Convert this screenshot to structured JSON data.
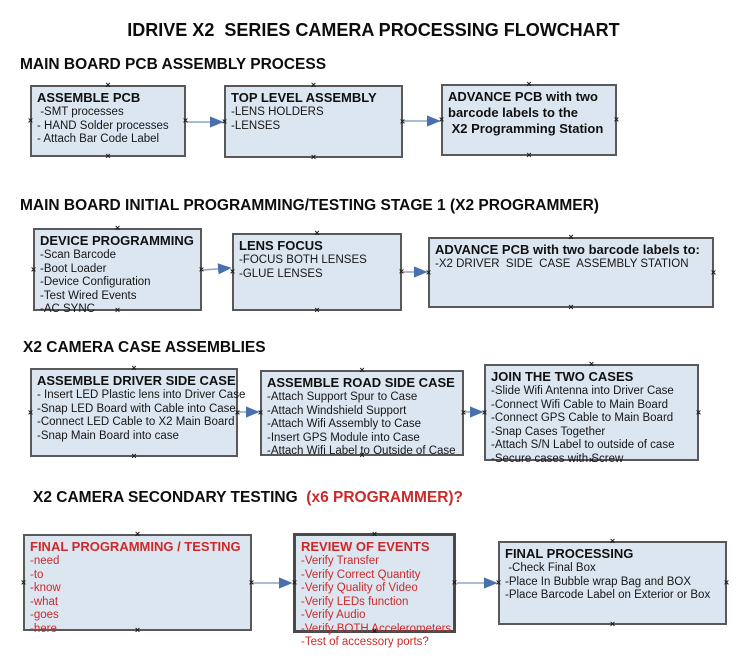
{
  "title": "IDRIVE X2  SERIES CAMERA PROCESSING FLOWCHART",
  "colors": {
    "box_fill": "#dce6f1",
    "box_border": "#595959",
    "red_text": "#cc2a2a",
    "arrow_line": "#8ba5c6",
    "arrow_head": "#4a6fae",
    "handle": "#1a1a1a"
  },
  "sections": [
    {
      "header": "MAIN BOARD PCB ASSEMBLY PROCESS",
      "boxes": [
        {
          "heading": "ASSEMBLE PCB",
          "items": [
            " -SMT processes",
            "- HAND Solder processes",
            "- Attach Bar Code Label"
          ]
        },
        {
          "heading": "TOP LEVEL ASSEMBLY",
          "items": [
            "-LENS HOLDERS",
            "-LENSES"
          ]
        },
        {
          "heading": "ADVANCE PCB with two",
          "heading_lines": [
            "barcode labels to the",
            " X2 Programming Station"
          ],
          "items": []
        }
      ]
    },
    {
      "header": "MAIN BOARD INITIAL PROGRAMMING/TESTING STAGE 1 (X2 PROGRAMMER)",
      "boxes": [
        {
          "heading": "DEVICE PROGRAMMING",
          "items": [
            "-Scan Barcode",
            "-Boot Loader",
            "-Device Configuration",
            "-Test Wired Events",
            "-AC SYNC"
          ]
        },
        {
          "heading": "LENS FOCUS",
          "items": [
            "-FOCUS BOTH LENSES",
            "-GLUE LENSES"
          ]
        },
        {
          "heading": "ADVANCE PCB with two barcode labels to:",
          "items": [
            "-X2 DRIVER  SIDE  CASE  ASSEMBLY STATION"
          ]
        }
      ]
    },
    {
      "header": "X2 CAMERA CASE ASSEMBLIES",
      "boxes": [
        {
          "heading": "ASSEMBLE DRIVER SIDE CASE",
          "items": [
            "- Insert LED Plastic lens into Driver Case",
            "-Snap LED Board with Cable into Case",
            "-Connect LED Cable to X2 Main Board",
            "-Snap Main Board into case"
          ]
        },
        {
          "heading": "ASSEMBLE ROAD SIDE CASE",
          "items": [
            "-Attach Support Spur to Case",
            "-Attach Windshield Support",
            "-Attach Wifi Assembly to Case",
            "-Insert GPS Module into Case",
            "-Attach Wifi Label to Outside of Case"
          ]
        },
        {
          "heading": "JOIN THE TWO CASES",
          "items": [
            "-Slide Wifi Antenna into Driver Case",
            "-Connect Wifi Cable to Main Board",
            "-Connect GPS Cable to Main Board",
            "-Snap Cases Together",
            "-Attach S/N Label to outside of case",
            "-Secure cases with Screw"
          ]
        }
      ]
    },
    {
      "header": "X2 CAMERA SECONDARY TESTING  ",
      "header_red": "(x6 PROGRAMMER)?",
      "boxes": [
        {
          "heading": "FINAL PROGRAMMING / TESTING",
          "items": [
            "-need",
            "-to",
            "-know",
            "-what",
            "-goes",
            "-here"
          ]
        },
        {
          "heading": "REVIEW OF EVENTS",
          "items": [
            "-Verify Transfer",
            "-Verify Correct Quantity",
            "-Verify Quality of Video",
            "-Verify LEDs function",
            "-Verify Audio",
            "-Verify BOTH Accelerometers",
            "-Test of accessory ports?"
          ]
        },
        {
          "heading": "FINAL PROCESSING",
          "items": [
            " -Check Final Box",
            "-Place In Bubble wrap Bag and BOX",
            "-Place Barcode Label on Exterior or Box"
          ]
        }
      ]
    }
  ]
}
